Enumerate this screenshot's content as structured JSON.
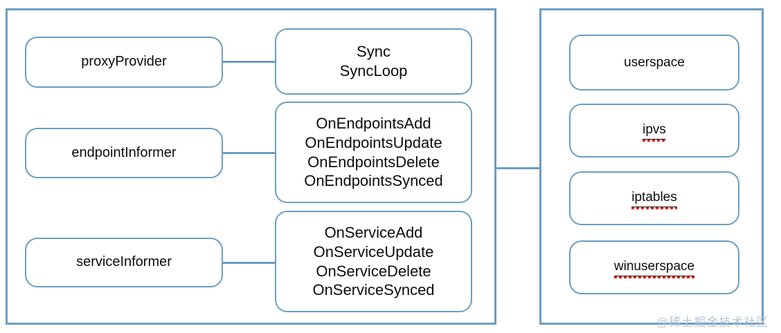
{
  "diagram": {
    "containers": {
      "left": {
        "name": "left-group"
      },
      "right": {
        "name": "right-group"
      }
    },
    "left_column": [
      {
        "id": "proxyProvider",
        "label": "proxyProvider"
      },
      {
        "id": "endpointInformer",
        "label": "endpointInformer"
      },
      {
        "id": "serviceInformer",
        "label": "serviceInformer"
      }
    ],
    "middle_column": [
      {
        "id": "sync",
        "label": "Sync\nSyncLoop"
      },
      {
        "id": "endpointsfuncs",
        "label": "OnEndpointsAdd\nOnEndpointsUpdate\nOnEndpointsDelete\nOnEndpointsSynced"
      },
      {
        "id": "servicefuncs",
        "label": "OnServiceAdd\nOnServiceUpdate\nOnServiceDelete\nOnServiceSynced"
      }
    ],
    "right_column": [
      {
        "id": "userspace",
        "label": "userspace",
        "misspelled": false
      },
      {
        "id": "ipvs",
        "label": "ipvs",
        "misspelled": true
      },
      {
        "id": "iptables",
        "label": "iptables",
        "misspelled": true
      },
      {
        "id": "winuserspace",
        "label": "winuserspace",
        "misspelled": true
      }
    ],
    "connectors": [
      {
        "id": "conn-proxy",
        "from": "proxyProvider",
        "to": "sync"
      },
      {
        "id": "conn-endpoint",
        "from": "endpointInformer",
        "to": "endpointsfuncs"
      },
      {
        "id": "conn-service",
        "from": "serviceInformer",
        "to": "servicefuncs"
      },
      {
        "id": "conn-bridge",
        "from": "left-group",
        "to": "right-group"
      }
    ],
    "watermark": "@稀土掘金技术社区",
    "colors": {
      "stroke": "#6b9dc2",
      "text": "#0c0c0c",
      "spellcheck": "#e8201c",
      "watermark": "#b9c6d3",
      "background": "#ffffff"
    }
  }
}
